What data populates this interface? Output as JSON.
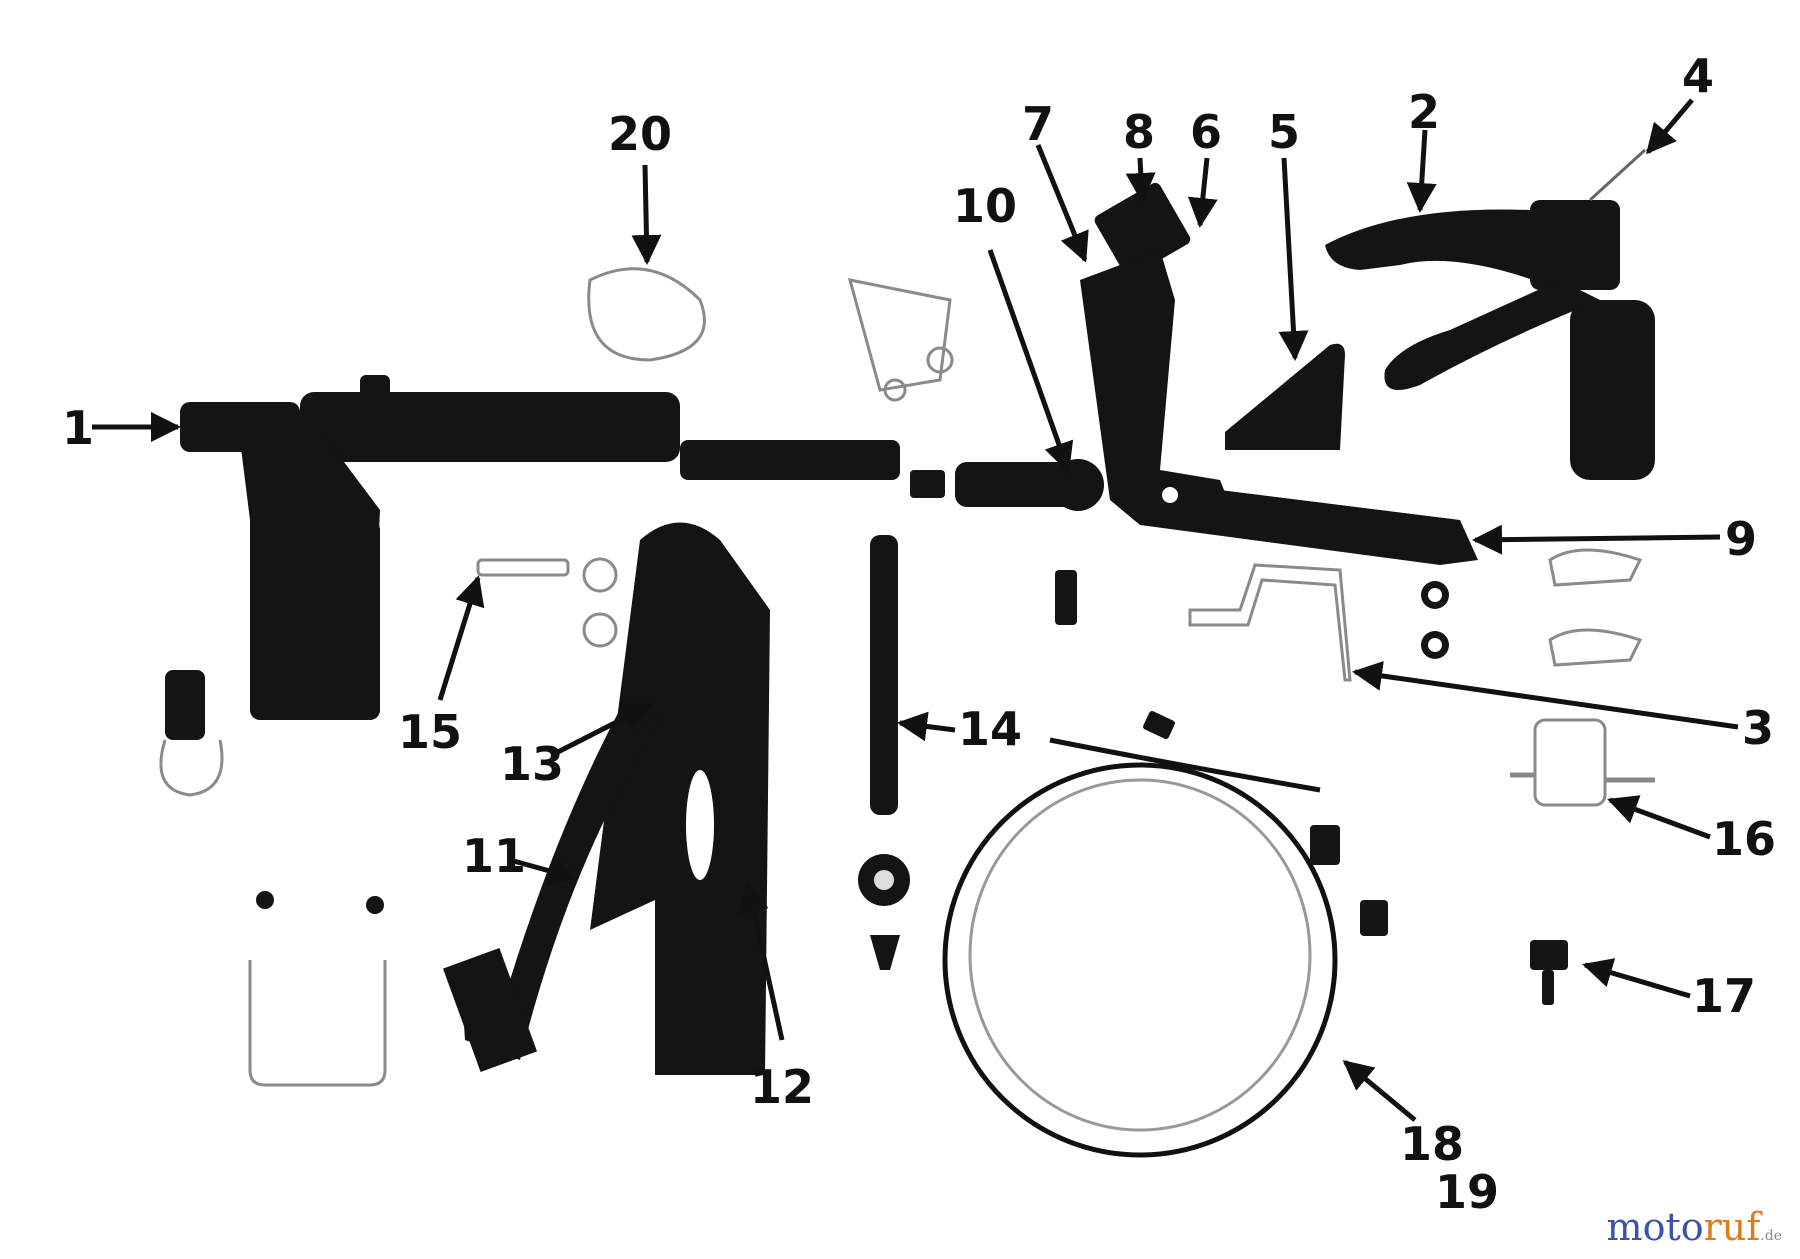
{
  "diagram": {
    "callouts": {
      "c1": "1",
      "c2": "2",
      "c3": "3",
      "c4": "4",
      "c5": "5",
      "c6": "6",
      "c7": "7",
      "c8": "8",
      "c9": "9",
      "c10": "10",
      "c11": "11",
      "c12": "12",
      "c13": "13",
      "c14": "14",
      "c15": "15",
      "c16": "16",
      "c17": "17",
      "c18": "18",
      "c19": "19",
      "c20": "20"
    }
  },
  "watermark": {
    "part1": "moto",
    "part2": "ruf",
    "suffix": ".de"
  },
  "colors": {
    "ink": "#141414",
    "light_part": "#8a8a8a",
    "wm_blue": "#3a52a8",
    "wm_orange": "#e07b1a"
  }
}
